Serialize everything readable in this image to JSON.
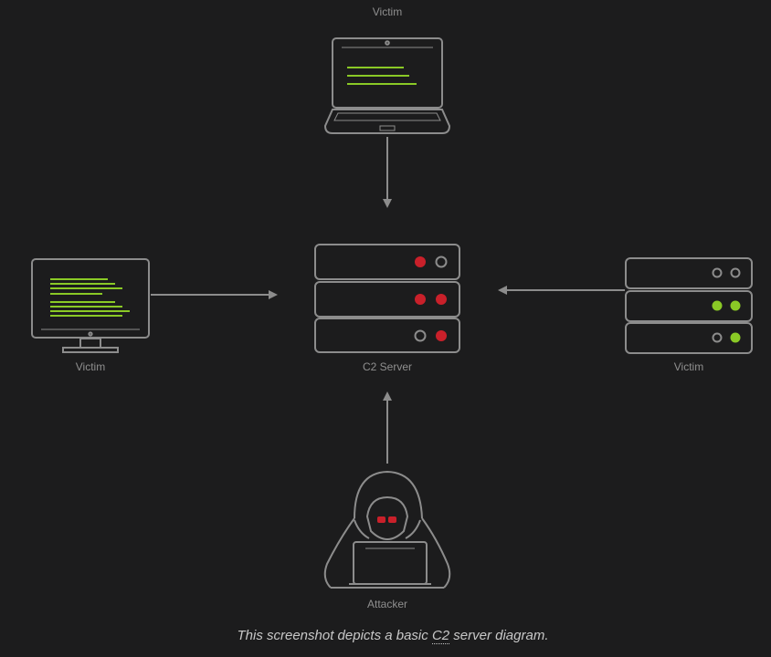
{
  "nodes": {
    "victim_laptop": {
      "label": "Victim"
    },
    "victim_monitor": {
      "label": "Victim"
    },
    "c2_server": {
      "label": "C2 Server"
    },
    "victim_server": {
      "label": "Victim"
    },
    "attacker": {
      "label": "Attacker"
    }
  },
  "caption": {
    "before": "This screenshot depicts a basic ",
    "abbr": "C2",
    "after": " server diagram."
  },
  "colors": {
    "background": "#1c1c1d",
    "stroke": "#8c8c8c",
    "terminal_text": "#8ac926",
    "led_red": "#c9202a",
    "led_green": "#8ac926",
    "label": "#8f8f8f"
  },
  "icons": [
    "laptop-icon",
    "monitor-icon",
    "server-rack-icon",
    "hooded-hacker-icon",
    "arrow-icon"
  ]
}
